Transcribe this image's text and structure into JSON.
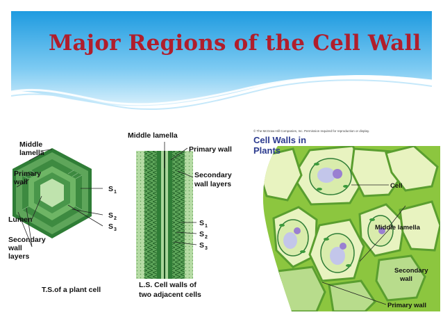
{
  "slide": {
    "title": "Major Regions of the Cell Wall"
  },
  "figures": {
    "transverse_section": {
      "labels": {
        "middle_lamella": [
          "Middle",
          "lamella"
        ],
        "primary_wall": [
          "Primary",
          "wall"
        ],
        "lumen": "Lumen",
        "secondary_wall_layers": [
          "Secondary",
          "wall",
          "layers"
        ],
        "s1": "S",
        "s2": "S",
        "s3": "S",
        "s1_sub": "1",
        "s2_sub": "2",
        "s3_sub": "3"
      },
      "caption": "T.S.of a plant cell"
    },
    "longitudinal_section": {
      "labels": {
        "middle_lamella": "Middle lamella",
        "primary_wall": "Primary wall",
        "secondary_wall_layers": [
          "Secondary",
          "wall layers"
        ],
        "s1": "S",
        "s2": "S",
        "s3": "S",
        "s1_sub": "1",
        "s2_sub": "2",
        "s3_sub": "3"
      },
      "caption": [
        "L.S. Cell walls of",
        "two adjacent cells"
      ]
    },
    "cell_walls_in_plants": {
      "copyright": "© The McGraw-Hill Companies, Inc. Permission required for reproduction or display.",
      "title": [
        "Cell Walls in",
        "Plants"
      ],
      "labels": {
        "cell": "Cell",
        "middle_lamella": "Middle lamella",
        "secondary_wall": [
          "Secondary",
          "wall"
        ],
        "primary_wall": "Primary wall"
      }
    }
  },
  "colors": {
    "title": "#b01e2c",
    "header_blue": "#2aa6e6",
    "wall_green_dark": "#2f7d36",
    "wall_green_mid": "#5ea55a",
    "wall_green_light": "#a9d59a",
    "cell_fill": "#e8f3c0"
  }
}
